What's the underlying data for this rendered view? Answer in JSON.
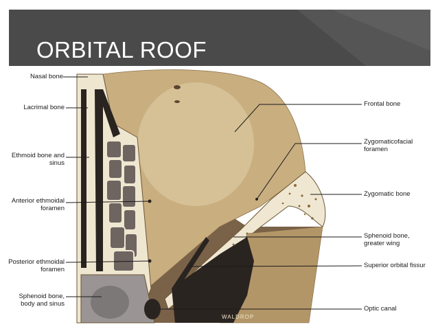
{
  "slide": {
    "title": "ORBITAL ROOF",
    "signature": "WALDROP"
  },
  "labels": {
    "left": {
      "nasal_bone": "Nasal bone",
      "lacrimal_bone": "Lacrimal bone",
      "ethmoid_bone": "Ethmoid bone and\nsinus",
      "anterior_ethmoidal": "Anterior ethmoidal\nforamen",
      "posterior_ethmoidal": "Posterior ethmoidal\nforamen",
      "sphenoid_body": "Sphenoid bone,\nbody and sinus"
    },
    "right": {
      "frontal_bone": "Frontal bone",
      "zygomaticofacial": "Zygomaticofacial\nforamen",
      "zygomatic_bone": "Zygomatic bone",
      "sphenoid_greater_wing": "Sphenoid bone,\ngreater wing",
      "superior_orbital_fissure": "Superior orbital fissur",
      "optic_canal": "Optic canal"
    }
  },
  "colors": {
    "title_bar": "#4a4a4a",
    "bone_tan": "#c8ad7e",
    "bone_light": "#efe6d0",
    "cavity_dark": "#2a2420"
  }
}
